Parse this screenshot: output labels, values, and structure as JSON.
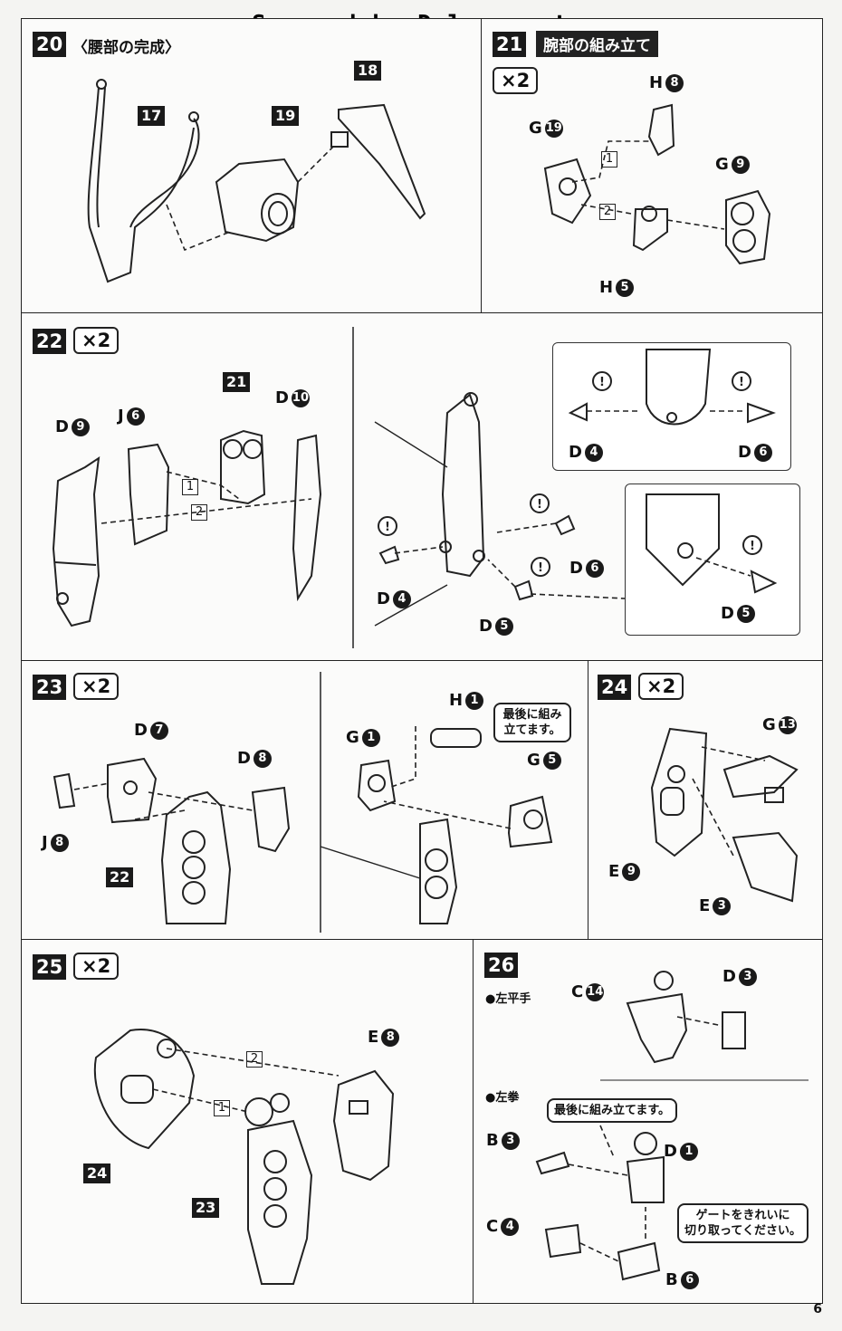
{
  "watermark": "Scanned by Dalong.net",
  "page_number": "6",
  "steps": {
    "s20": {
      "number": "20",
      "title": "〈腰部の完成〉",
      "callouts": [
        "17",
        "19",
        "18"
      ]
    },
    "s21": {
      "number": "21",
      "title": "腕部の組み立て",
      "multiplier": "×2",
      "parts": [
        {
          "g": "G",
          "n": "19"
        },
        {
          "g": "H",
          "n": "8"
        },
        {
          "g": "G",
          "n": "9"
        },
        {
          "g": "H",
          "n": "5"
        }
      ],
      "seq": [
        "1",
        "2"
      ]
    },
    "s22": {
      "number": "22",
      "multiplier": "×2",
      "callout": "21",
      "parts": [
        {
          "g": "D",
          "n": "9"
        },
        {
          "g": "J",
          "n": "6"
        },
        {
          "g": "D",
          "n": "10"
        },
        {
          "g": "D",
          "n": "4"
        },
        {
          "g": "D",
          "n": "6"
        },
        {
          "g": "D",
          "n": "5"
        },
        {
          "g": "D",
          "n": "4"
        },
        {
          "g": "D",
          "n": "6"
        },
        {
          "g": "D",
          "n": "5"
        }
      ],
      "seq": [
        "1",
        "2"
      ]
    },
    "s23": {
      "number": "23",
      "multiplier": "×2",
      "callout": "22",
      "parts": [
        {
          "g": "D",
          "n": "7"
        },
        {
          "g": "D",
          "n": "8"
        },
        {
          "g": "J",
          "n": "8"
        },
        {
          "g": "H",
          "n": "1"
        },
        {
          "g": "G",
          "n": "1"
        },
        {
          "g": "G",
          "n": "5"
        }
      ],
      "note": "最後に組み\n立てます。"
    },
    "s24": {
      "number": "24",
      "multiplier": "×2",
      "parts": [
        {
          "g": "G",
          "n": "13"
        },
        {
          "g": "E",
          "n": "9"
        },
        {
          "g": "E",
          "n": "3"
        }
      ]
    },
    "s25": {
      "number": "25",
      "multiplier": "×2",
      "callouts": [
        "24",
        "23"
      ],
      "parts": [
        {
          "g": "E",
          "n": "8"
        }
      ],
      "seq": [
        "2",
        "1"
      ]
    },
    "s26": {
      "number": "26",
      "flat_hand": {
        "label": "●左平手",
        "parts": [
          {
            "g": "C",
            "n": "14"
          },
          {
            "g": "D",
            "n": "3"
          }
        ]
      },
      "fist": {
        "label": "●左拳",
        "note": "最後に組み立てます。",
        "gate_note": "ゲートをきれいに\n切り取ってください。",
        "parts": [
          {
            "g": "B",
            "n": "3"
          },
          {
            "g": "D",
            "n": "1"
          },
          {
            "g": "C",
            "n": "4"
          },
          {
            "g": "B",
            "n": "6"
          }
        ]
      }
    }
  }
}
